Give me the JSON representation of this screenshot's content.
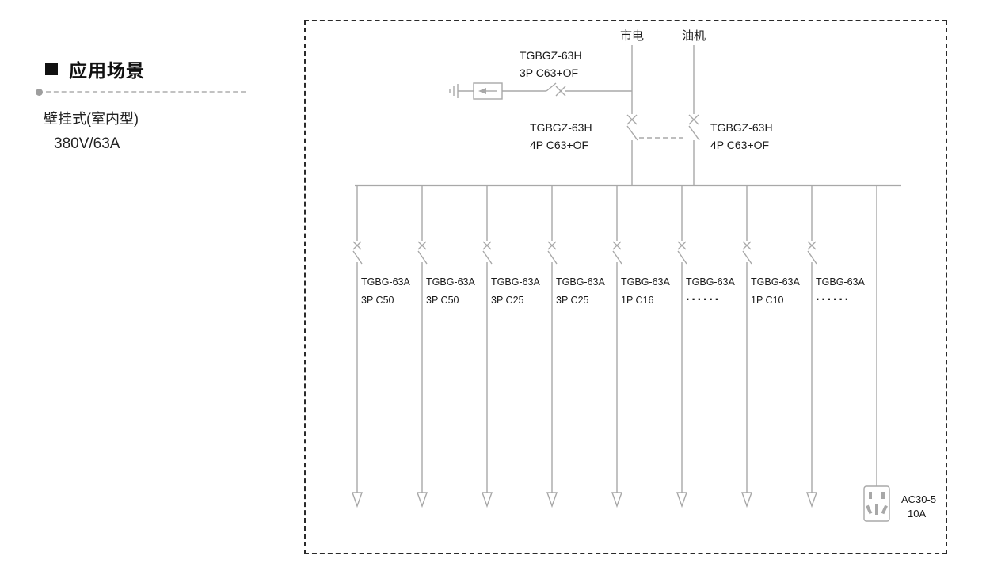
{
  "left_panel": {
    "section_title": "应用场景",
    "product_type": "壁挂式(室内型)",
    "rating": "380V/63A"
  },
  "diagram": {
    "sources": {
      "mains": "市电",
      "generator": "油机"
    },
    "spd_breaker": {
      "model": "TGBGZ-63H",
      "spec": "3P C63+OF"
    },
    "incomer_left": {
      "model": "TGBGZ-63H",
      "spec": "4P C63+OF"
    },
    "incomer_right": {
      "model": "TGBGZ-63H",
      "spec": "4P C63+OF"
    },
    "feeders": [
      {
        "model": "TGBG-63A",
        "spec": "3P C50"
      },
      {
        "model": "TGBG-63A",
        "spec": "3P C50"
      },
      {
        "model": "TGBG-63A",
        "spec": "3P C25"
      },
      {
        "model": "TGBG-63A",
        "spec": "3P C25"
      },
      {
        "model": "TGBG-63A",
        "spec": "1P C16"
      },
      {
        "model": "TGBG-63A",
        "spec": "······"
      },
      {
        "model": "TGBG-63A",
        "spec": "1P C10"
      },
      {
        "model": "TGBG-63A",
        "spec": "······"
      }
    ],
    "socket": {
      "model": "AC30-5",
      "rating": "10A"
    }
  }
}
